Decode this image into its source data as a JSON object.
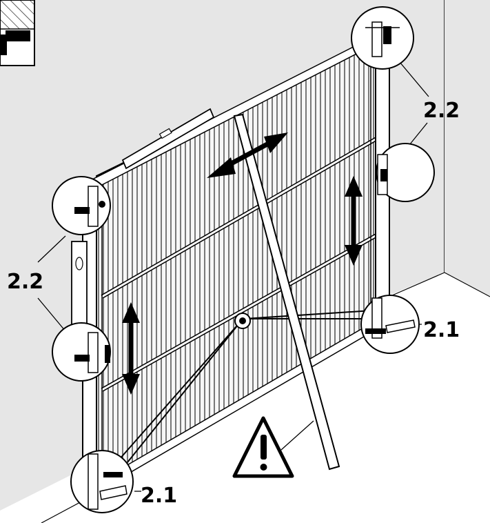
{
  "labels": {
    "top_right": "2.2",
    "left_mid": "2.2",
    "right_floor": "2.1",
    "bottom_left": "2.1"
  },
  "icons": {
    "warning": "warning-triangle-icon",
    "inset": "inset-detail-icon"
  },
  "colors": {
    "wall": "#e6e6e6",
    "floor": "#ffffff",
    "panel": "#f5f5f5",
    "line": "#000000"
  }
}
